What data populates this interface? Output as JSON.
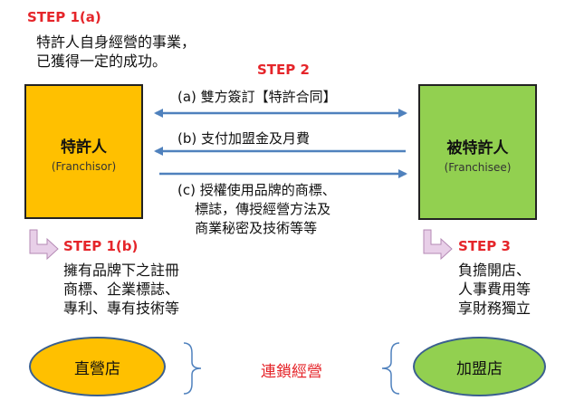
{
  "step1a": {
    "label": "STEP 1(a)",
    "text": "特許人自身經營的事業，\n已獲得一定的成功。"
  },
  "step2": {
    "label": "STEP 2"
  },
  "franchisor": {
    "name": "特許人",
    "english": "(Franchisor)",
    "color": "#ffc000"
  },
  "franchisee": {
    "name": "被特許人",
    "english": "(Franchisee)",
    "color": "#92d050"
  },
  "arrows": {
    "a": "(a) 雙方簽訂【特許合同】",
    "b": "(b) 支付加盟金及月費",
    "c": "(c) 授權使用品牌的商標、\n    標誌，傳授經營方法及\n    商業秘密及技術等等"
  },
  "step1b": {
    "label": "STEP 1(b)",
    "text": "擁有品牌下之註冊\n商標、企業標誌、\n專利、專有技術等"
  },
  "step3": {
    "label": "STEP 3",
    "text": "負擔開店、\n人事費用等\n享財務獨立"
  },
  "direct_store": {
    "label": "直營店",
    "color": "#ffc000"
  },
  "chain": {
    "label": "連鎖經營"
  },
  "franchise_store": {
    "label": "加盟店",
    "color": "#92d050"
  },
  "colors": {
    "step_red": "#e5252a",
    "arrow_blue": "#4f81bd",
    "bend_arrow": "#c9a0c9"
  }
}
